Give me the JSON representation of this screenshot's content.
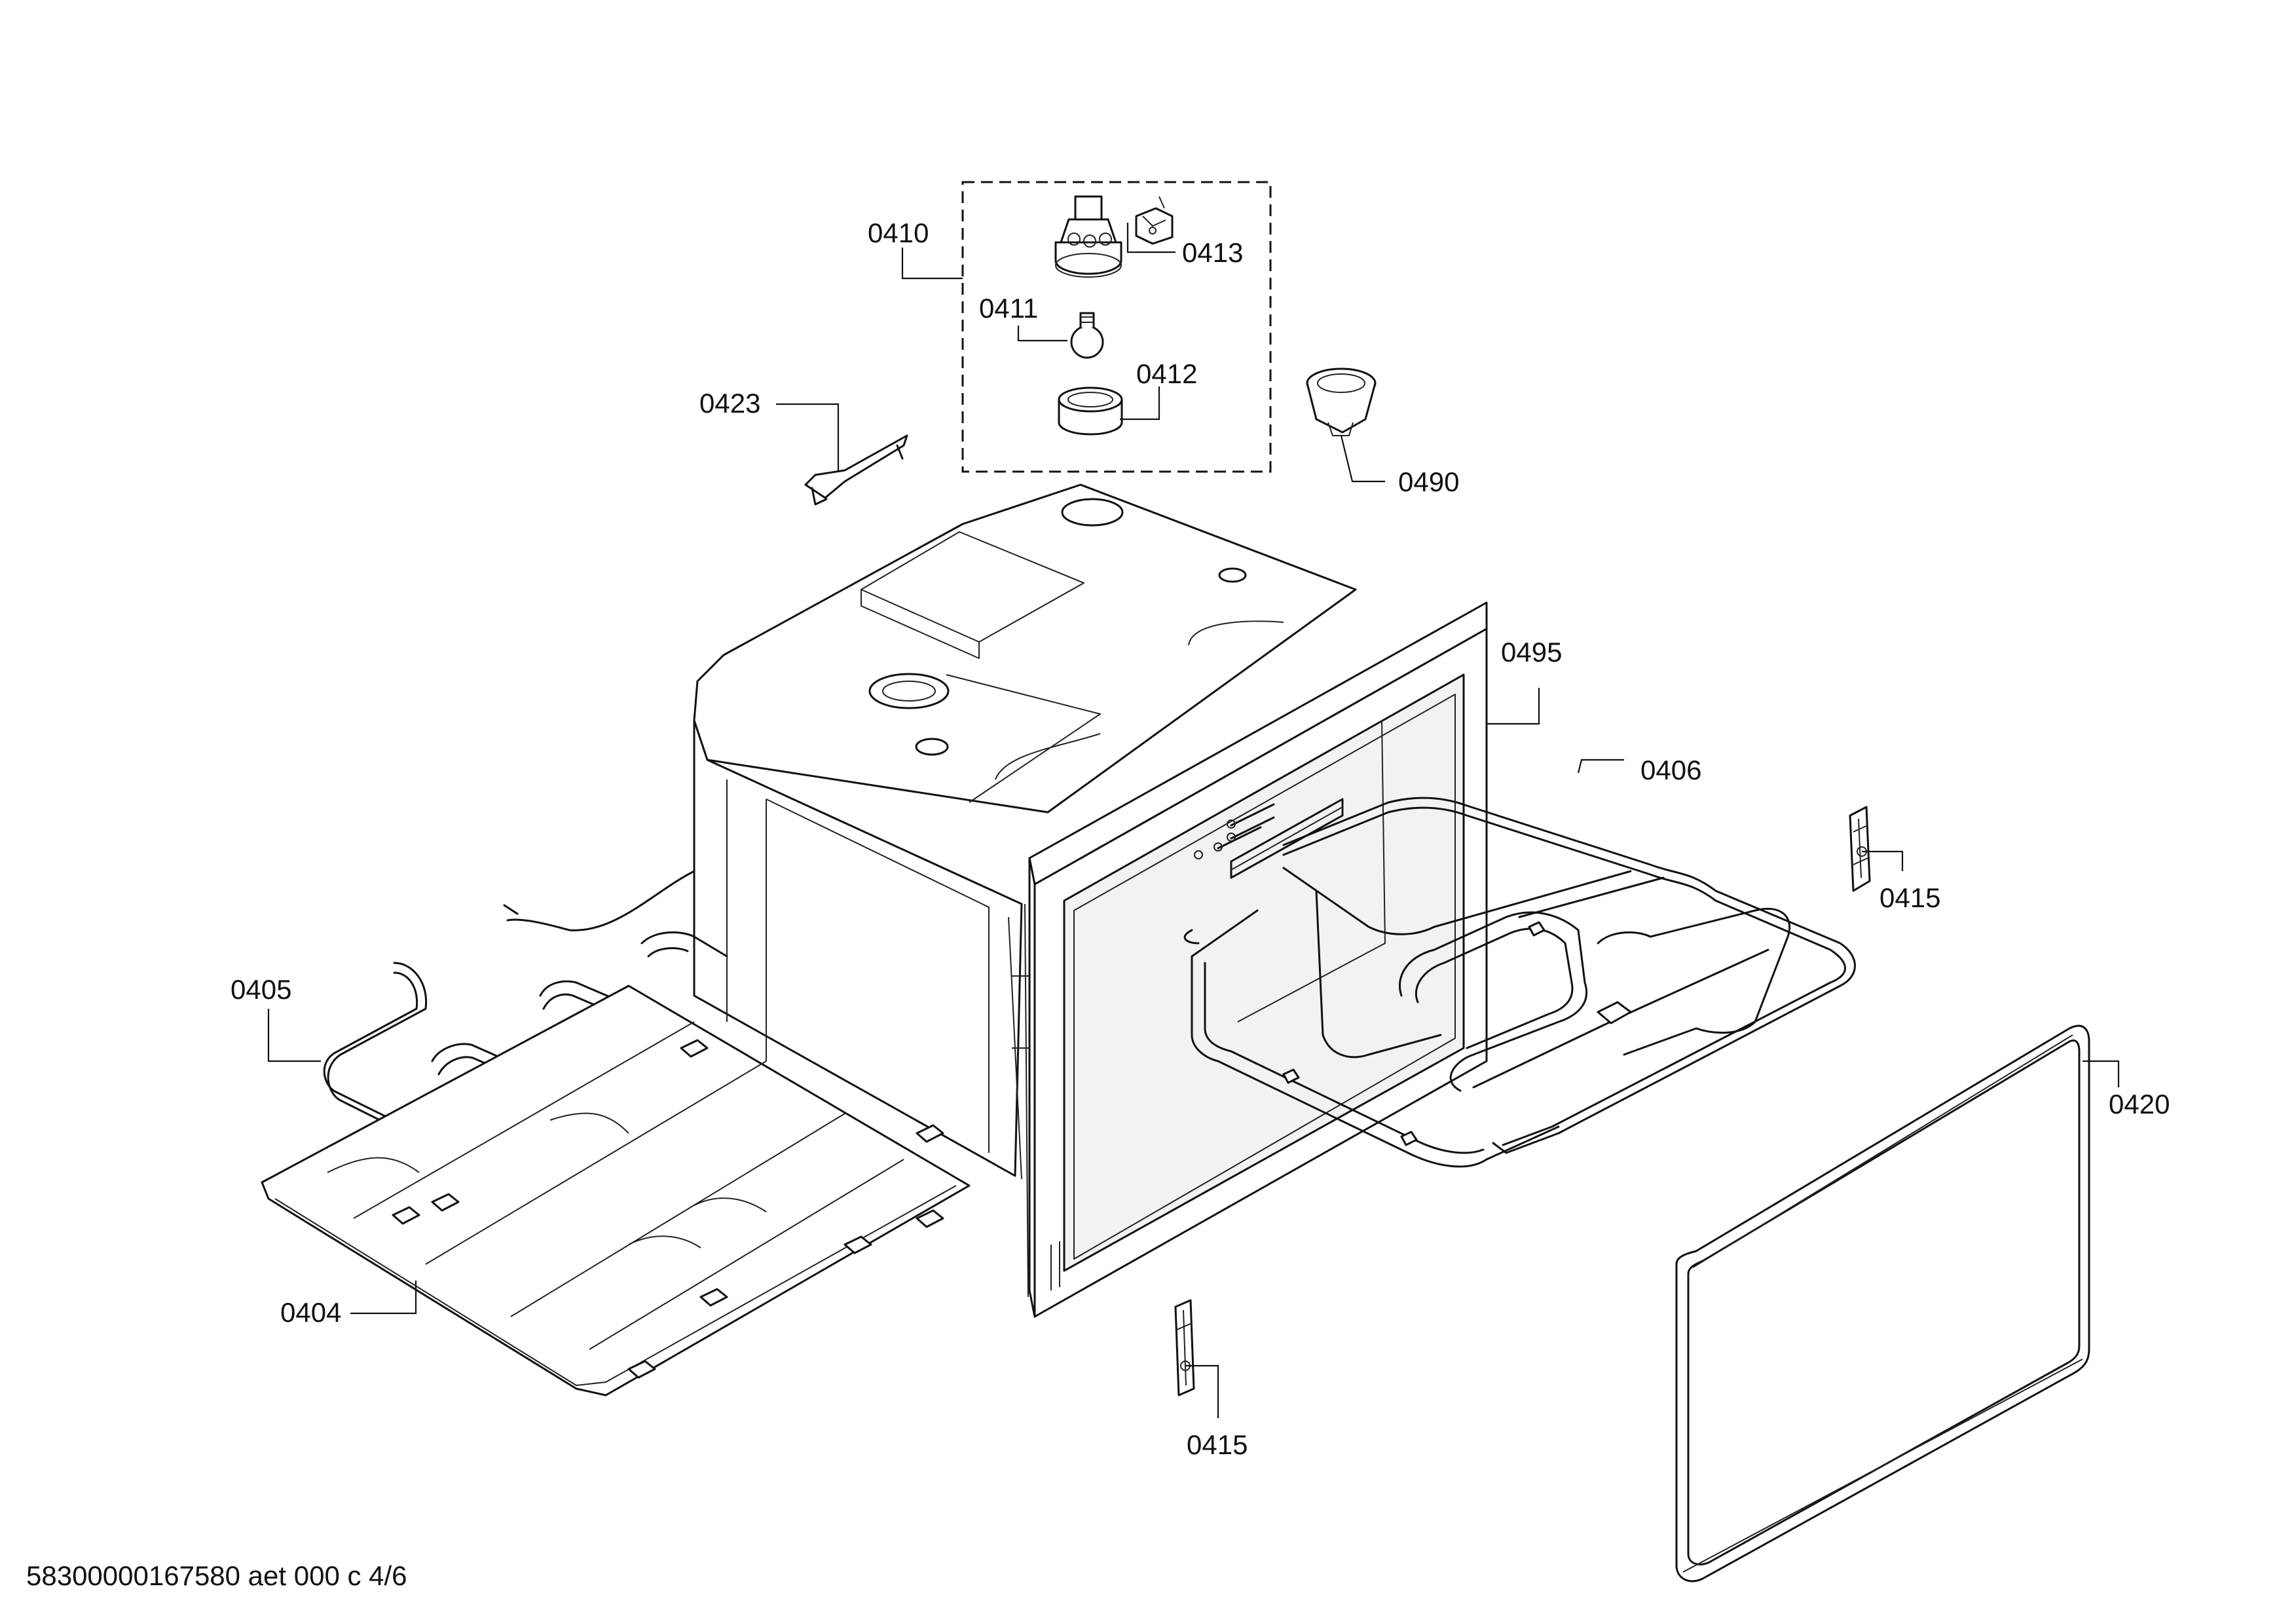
{
  "diagram": {
    "callouts": {
      "c0410": "0410",
      "c0411": "0411",
      "c0412": "0412",
      "c0413": "0413",
      "c0423": "0423",
      "c0490": "0490",
      "c0495": "0495",
      "c0406": "0406",
      "c0415a": "0415",
      "c0415b": "0415",
      "c0405": "0405",
      "c0404": "0404",
      "c0420": "0420"
    },
    "footer_text": "58300000167580 aet 000 c 4/6"
  }
}
